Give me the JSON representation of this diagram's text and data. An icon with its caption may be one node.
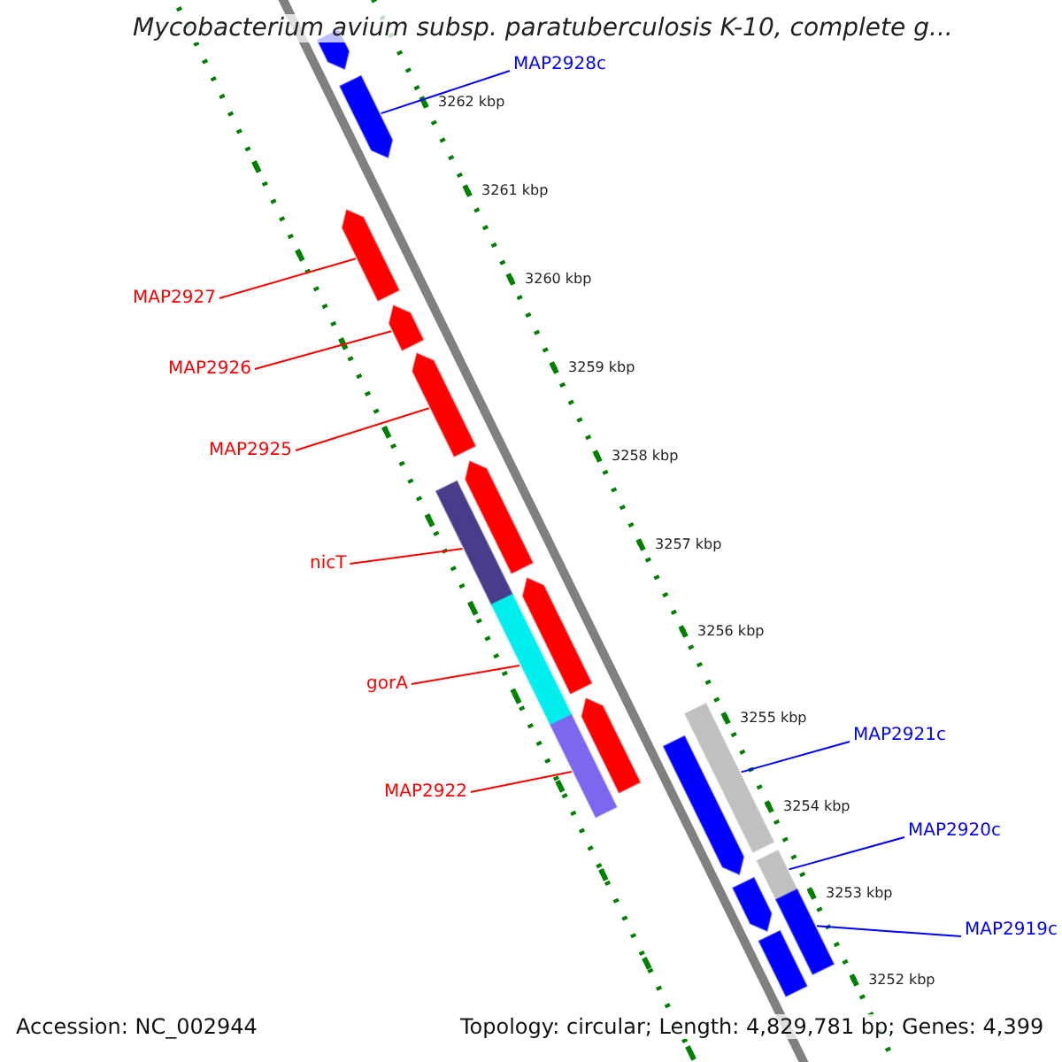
{
  "diagram": {
    "title": "Mycobacterium avium subsp. paratuberculosis K-10, complete g...",
    "nodes": [
      {
        "text": [
          "MAP2928c"
        ]
      },
      {
        "text": [],
        "shape": "arrow"
      },
      {
        "text": [
          "MAP2927"
        ]
      },
      {
        "text": [],
        "shape": "arrow"
      },
      {
        "text": [
          "MAP2926"
        ]
      },
      {
        "text": [],
        "shape": "arrow"
      },
      {
        "text": [
          "MAP2925"
        ]
      },
      {
        "text": [],
        "shape": "arrow"
      },
      {
        "text": [
          "nicT"
        ]
      },
      {
        "text": [],
        "shape": "bar"
      },
      {
        "text": [
          "gorA"
        ]
      },
      {
        "text": [],
        "shape": "bar"
      },
      {
        "text": [
          "MAP2922"
        ]
      },
      {
        "text": [],
        "shape": "bar"
      },
      {
        "text": [
          "MAP2921c"
        ]
      },
      {
        "text": [],
        "shape": "bar"
      },
      {
        "text": [
          "MAP2920c"
        ]
      },
      {
        "text": [],
        "shape": "bar"
      },
      {
        "text": [
          "MAP2919c"
        ]
      },
      {
        "text": [],
        "shape": "bar"
      },
      {
        "text": [],
        "shape": "arrow"
      },
      {
        "text": [],
        "shape": "arrow"
      },
      {
        "text": [],
        "shape": "arrow"
      },
      {
        "text": [],
        "shape": "arrow"
      },
      {
        "text": [],
        "shape": "arrow"
      },
      {
        "text": [],
        "shape": "arrow"
      },
      {
        "text": [],
        "shape": "bar"
      }
    ],
    "edges": [
      {
        "from": 0,
        "to": 1,
        "arrow": "none",
        "color": "#0000ff"
      },
      {
        "from": 2,
        "to": 3,
        "arrow": "none"
      },
      {
        "from": 4,
        "to": 5,
        "arrow": "none"
      },
      {
        "from": 6,
        "to": 7,
        "arrow": "none"
      },
      {
        "from": 8,
        "to": 9,
        "arrow": "none"
      },
      {
        "from": 10,
        "to": 11,
        "arrow": "none"
      },
      {
        "from": 12,
        "to": 13,
        "arrow": "none"
      },
      {
        "from": 14,
        "to": 15,
        "arrow": "none",
        "color": "#0000ff"
      },
      {
        "from": 16,
        "to": 17,
        "arrow": "none",
        "color": "#0000ff"
      },
      {
        "from": 18,
        "to": 19,
        "arrow": "none",
        "color": "#0000ff"
      }
    ],
    "labels": [
      "3262 kbp",
      "3261 kbp",
      "3260 kbp",
      "3259 kbp",
      "3258 kbp",
      "3257 kbp",
      "3256 kbp",
      "3255 kbp",
      "3254 kbp",
      "3253 kbp",
      "3252 kbp",
      "Accession: NC_002944",
      "Topology: circular; Length: 4,829,781 bp; Genes: 4,399"
    ]
  }
}
